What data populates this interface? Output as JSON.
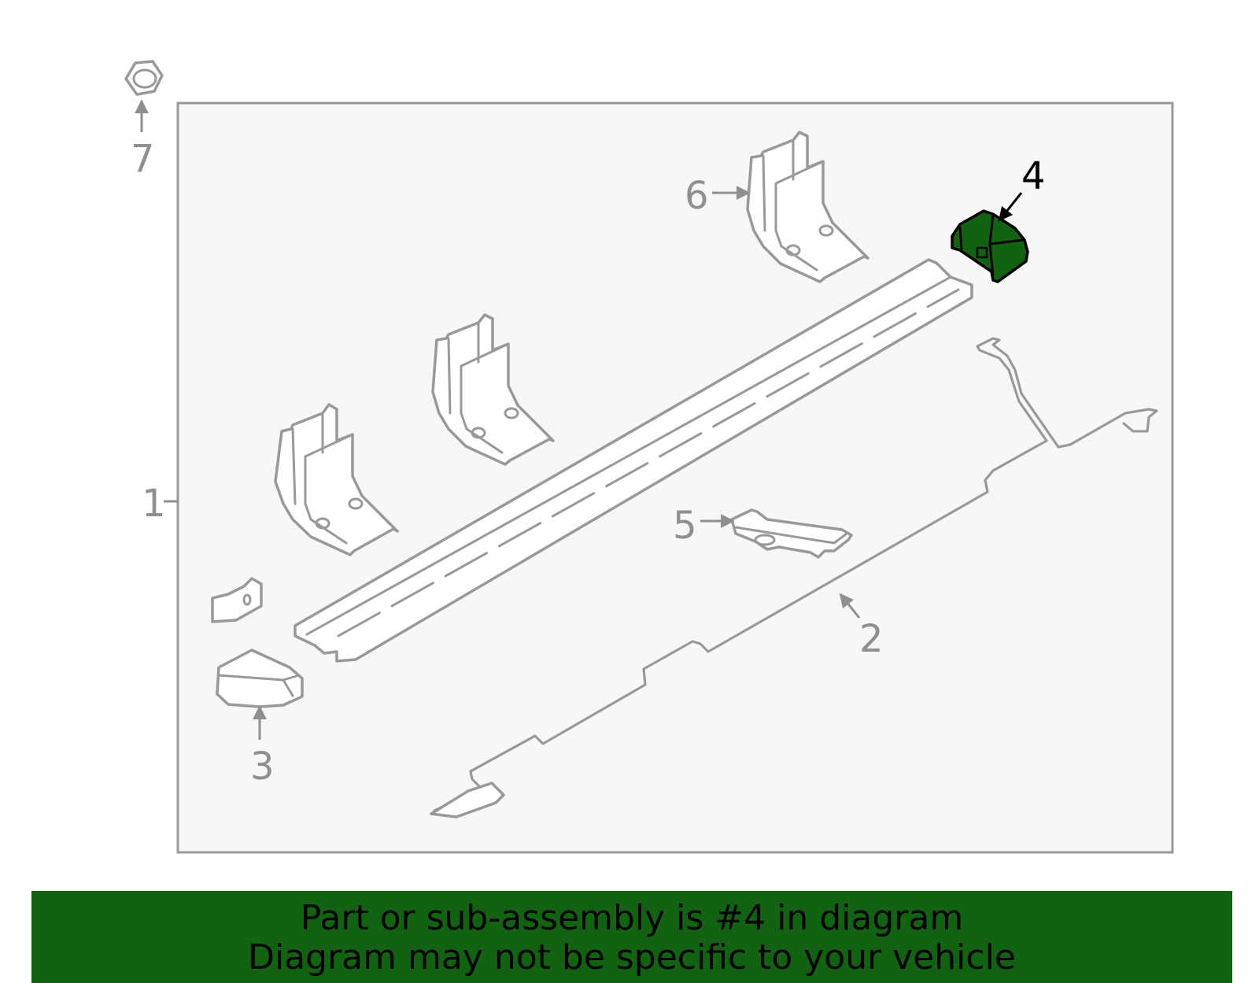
{
  "diagram": {
    "callouts": {
      "c1": "1",
      "c2": "2",
      "c3": "3",
      "c4": "4",
      "c5": "5",
      "c6": "6",
      "c7": "7"
    },
    "highlight_color": "#116311",
    "line_color": "#999999",
    "panel_fill": "#f7f7f7"
  },
  "banner": {
    "line1": "Part or sub-assembly is #4 in diagram",
    "line2": "Diagram may not be specific to your vehicle",
    "background": "#116311"
  }
}
